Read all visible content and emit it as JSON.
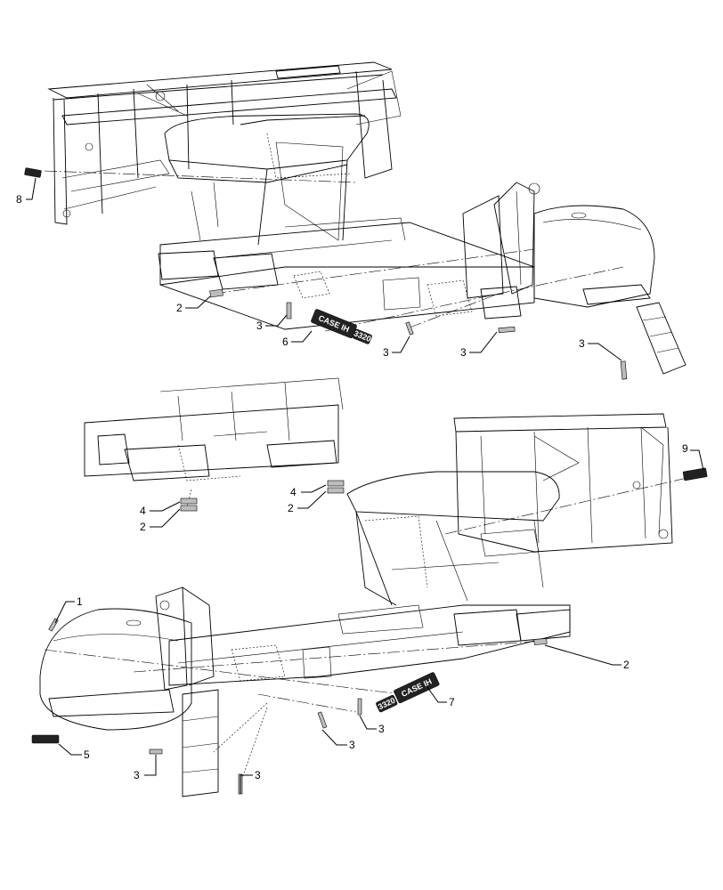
{
  "callouts": [
    {
      "id": "c8",
      "label": "8"
    },
    {
      "id": "c2a",
      "label": "2"
    },
    {
      "id": "c3a",
      "label": "3"
    },
    {
      "id": "c6",
      "label": "6"
    },
    {
      "id": "c3b",
      "label": "3"
    },
    {
      "id": "c3c",
      "label": "3"
    },
    {
      "id": "c3d",
      "label": "3"
    },
    {
      "id": "c9",
      "label": "9"
    },
    {
      "id": "c4a",
      "label": "4"
    },
    {
      "id": "c2b",
      "label": "2"
    },
    {
      "id": "c4b",
      "label": "4"
    },
    {
      "id": "c2c",
      "label": "2"
    },
    {
      "id": "c1",
      "label": "1"
    },
    {
      "id": "c2d",
      "label": "2"
    },
    {
      "id": "c7",
      "label": "7"
    },
    {
      "id": "c5",
      "label": "5"
    },
    {
      "id": "c3e",
      "label": "3"
    },
    {
      "id": "c3f",
      "label": "3"
    },
    {
      "id": "c3g",
      "label": "3"
    },
    {
      "id": "c3h",
      "label": "3"
    }
  ],
  "decals": {
    "model_number": "3320",
    "brand": "CASE IH"
  }
}
